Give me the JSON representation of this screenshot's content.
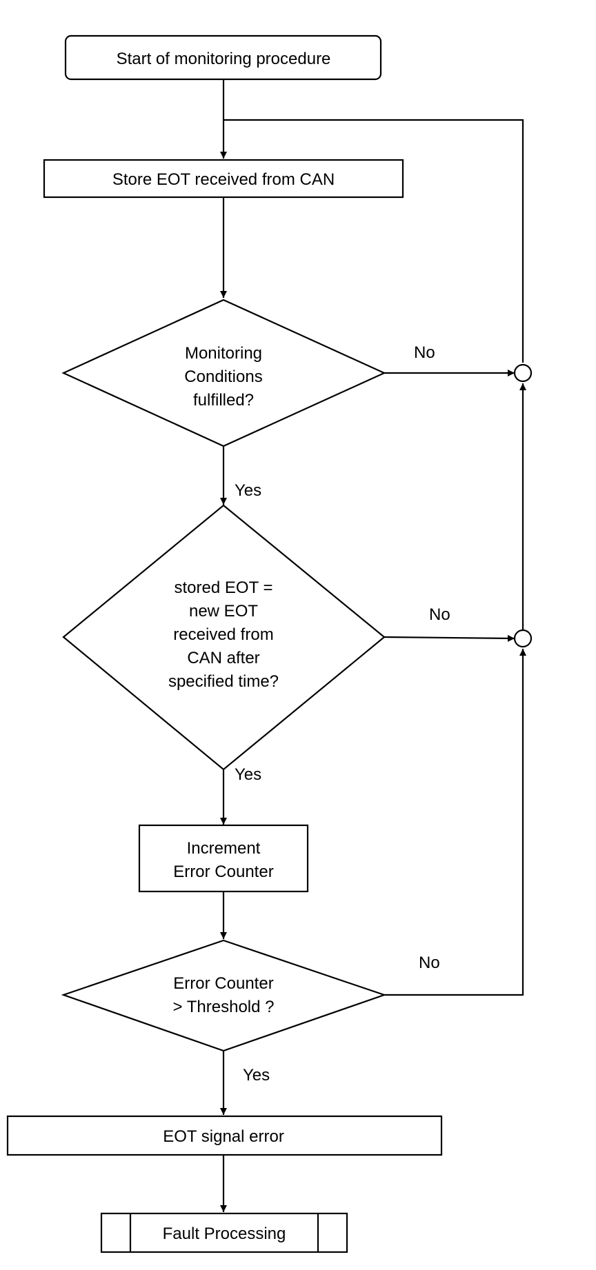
{
  "nodes": {
    "start": "Start of monitoring procedure",
    "store": "Store EOT received from CAN",
    "cond1": [
      "Monitoring",
      "Conditions",
      "fulfilled?"
    ],
    "cond2": [
      "stored EOT =",
      "new EOT",
      "received from",
      "CAN after",
      "specified time?"
    ],
    "increment": [
      "Increment",
      "Error Counter"
    ],
    "cond3": [
      "Error Counter",
      "> Threshold ?"
    ],
    "error": "EOT signal error",
    "fault": "Fault Processing"
  },
  "edges": {
    "no1": "No",
    "no2": "No",
    "no3": "No",
    "yes1": "Yes",
    "yes2": "Yes",
    "yes3": "Yes"
  }
}
